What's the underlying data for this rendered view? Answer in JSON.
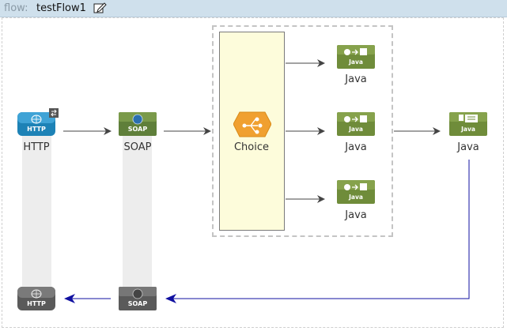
{
  "header": {
    "flow_label": "flow:",
    "flow_name": "testFlow1",
    "edit_icon": "edit-pencil-icon"
  },
  "nodes": {
    "http_in": {
      "label": "HTTP",
      "badge": "HTTP",
      "icon": "http-globe-icon"
    },
    "soap_in": {
      "label": "SOAP",
      "badge": "SOAP",
      "icon": "soap-globe-icon"
    },
    "choice": {
      "label": "Choice",
      "icon": "choice-router-icon"
    },
    "java_1": {
      "label": "Java",
      "badge": "Java",
      "icon": "java-component-icon"
    },
    "java_2": {
      "label": "Java",
      "badge": "Java",
      "icon": "java-component-icon"
    },
    "java_3": {
      "label": "Java",
      "badge": "Java",
      "icon": "java-component-icon"
    },
    "java_out": {
      "label": "Java",
      "badge": "Java",
      "icon": "java-transformer-icon"
    },
    "http_return": {
      "badge": "HTTP",
      "icon": "http-globe-icon"
    },
    "soap_return": {
      "badge": "SOAP",
      "icon": "soap-globe-icon"
    }
  },
  "colors": {
    "header_bg": "#cfe0ec",
    "java_green": "#6f8c3a",
    "soap_green": "#5f7f3a",
    "http_blue": "#1d82b6",
    "choice_orange": "#f0a030",
    "return_arrow": "#1010a0",
    "flow_arrow": "#444444"
  }
}
